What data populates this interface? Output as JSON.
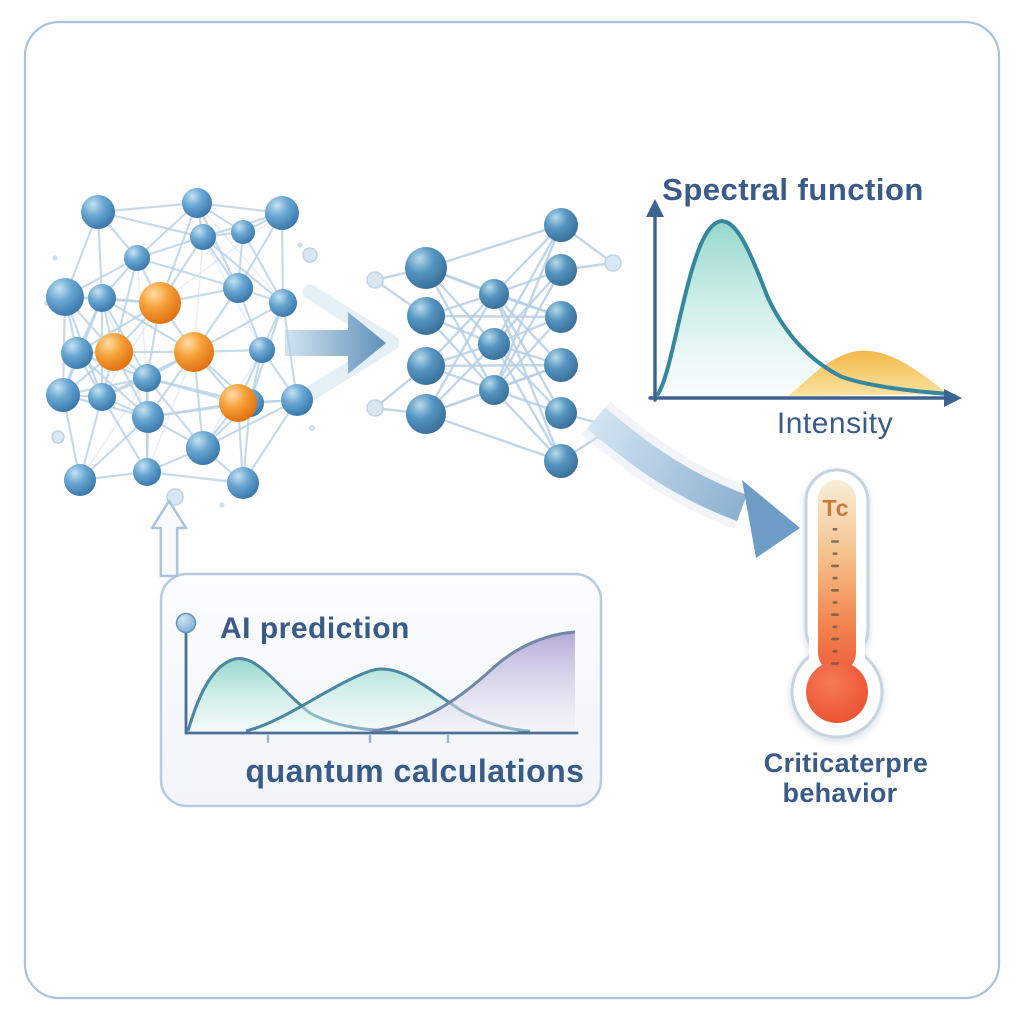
{
  "figure": {
    "description": "Scientific illustration: crystal lattice fed into a neural network that outputs a spectral function and critical temperature prediction",
    "spectral_chart": {
      "title": "Spectral function",
      "xlabel": "Intensity"
    },
    "thermometer": {
      "top_label": "Tc",
      "caption_line1": "Criticaterpre",
      "caption_line2": "behavior"
    },
    "prediction_panel": {
      "label": "AI prediction",
      "caption": "quantum calculations"
    }
  },
  "colors": {
    "frame_border": "#a9c3dc",
    "lattice_atom_blue": "#5b9ecf",
    "lattice_atom_orange": "#f5992b",
    "network_node_blue": "#4f93c0",
    "arrow_blue": "#6593bd",
    "spectral_teal": "#35879e",
    "spectral_yellow": "#f2b94a",
    "prediction_purple": "#b1a7d4",
    "thermometer_red": "#ee5637",
    "tc_orange": "#c97a3c",
    "text_blue": "#3a5a88"
  },
  "chart_data": [
    {
      "type": "area",
      "title": "Spectral function",
      "xlabel": "Intensity",
      "ylabel": "",
      "grid": false,
      "xlim": [
        0,
        1
      ],
      "ylim": [
        0,
        1
      ],
      "series": [
        {
          "name": "main spectral peak (teal)",
          "x": [
            0,
            0.05,
            0.1,
            0.15,
            0.22,
            0.3,
            0.4,
            0.5,
            0.6,
            0.7,
            0.8,
            0.9,
            1
          ],
          "y": [
            0.02,
            0.2,
            0.62,
            0.95,
            1.0,
            0.78,
            0.46,
            0.27,
            0.15,
            0.09,
            0.05,
            0.02,
            0.01
          ]
        },
        {
          "name": "secondary hump (yellow)",
          "x": [
            0.45,
            0.55,
            0.65,
            0.72,
            0.8,
            0.9,
            1
          ],
          "y": [
            0,
            0.09,
            0.22,
            0.26,
            0.18,
            0.07,
            0
          ]
        }
      ]
    },
    {
      "type": "area",
      "title": "AI prediction",
      "xlabel": "quantum calculations",
      "ylabel": "",
      "grid": false,
      "xlim": [
        0,
        1
      ],
      "ylim": [
        0,
        1
      ],
      "x_ticks_unlabeled": [
        0.21,
        0.47,
        0.67
      ],
      "series": [
        {
          "name": "distribution 1 (teal)",
          "x": [
            0,
            0.06,
            0.12,
            0.2,
            0.3,
            0.4,
            0.55
          ],
          "y": [
            0,
            0.45,
            0.7,
            0.55,
            0.3,
            0.1,
            0.01
          ]
        },
        {
          "name": "distribution 2 (light teal)",
          "x": [
            0.15,
            0.3,
            0.42,
            0.48,
            0.6,
            0.75,
            0.88
          ],
          "y": [
            0,
            0.25,
            0.55,
            0.6,
            0.4,
            0.12,
            0.01
          ]
        },
        {
          "name": "distribution 3 (purple, rising)",
          "x": [
            0.48,
            0.6,
            0.72,
            0.85,
            0.95,
            1
          ],
          "y": [
            0,
            0.12,
            0.45,
            0.85,
            0.99,
            1.0
          ]
        }
      ]
    }
  ]
}
